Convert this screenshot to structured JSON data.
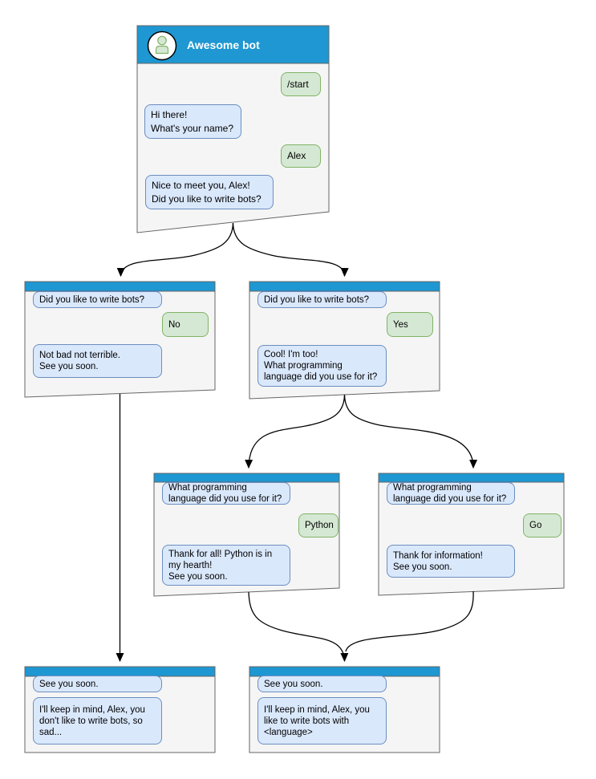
{
  "colors": {
    "header_blue": "#1e97d2",
    "window_background": "#f5f5f5",
    "window_border": "#666666",
    "bot_bubble_background": "#dae8fc",
    "bot_bubble_border": "#6c8ebf",
    "user_bubble_background": "#d5e8d4",
    "user_bubble_border": "#82b366",
    "connector": "#000000",
    "title_text": "#ffffff"
  },
  "windows": {
    "root": {
      "title": "Awesome bot",
      "user_start": "/start",
      "bot_greeting": "Hi there!\nWhat's your name?",
      "user_name": "Alex",
      "bot_followup": "Nice to meet you, Alex!\nDid you like to write bots?"
    },
    "no_branch": {
      "context": "Did you like to write bots?",
      "user_answer": "No",
      "bot_reply": "Not bad not terrible.\nSee you soon."
    },
    "yes_branch": {
      "context": "Did you like to write bots?",
      "user_answer": "Yes",
      "bot_reply": "Cool! I'm too!\nWhat programming\nlanguage did you use for it?"
    },
    "python_branch": {
      "context": "What programming\nlanguage did you use for it?",
      "user_answer": "Python",
      "bot_reply": "Thank for all! Python is in\nmy hearth!\nSee you soon."
    },
    "go_branch": {
      "context": "What programming\nlanguage did you use for it?",
      "user_answer": "Go",
      "bot_reply": "Thank for information!\nSee you soon."
    },
    "ending_no": {
      "context": "See you soon.",
      "bot_reply": "I'll keep in mind, Alex, you\ndon't like to write bots, so\nsad..."
    },
    "ending_yes": {
      "context": "See you soon.",
      "bot_reply": "I'll keep in mind, Alex, you\nlike to write bots with\n<language>"
    }
  }
}
